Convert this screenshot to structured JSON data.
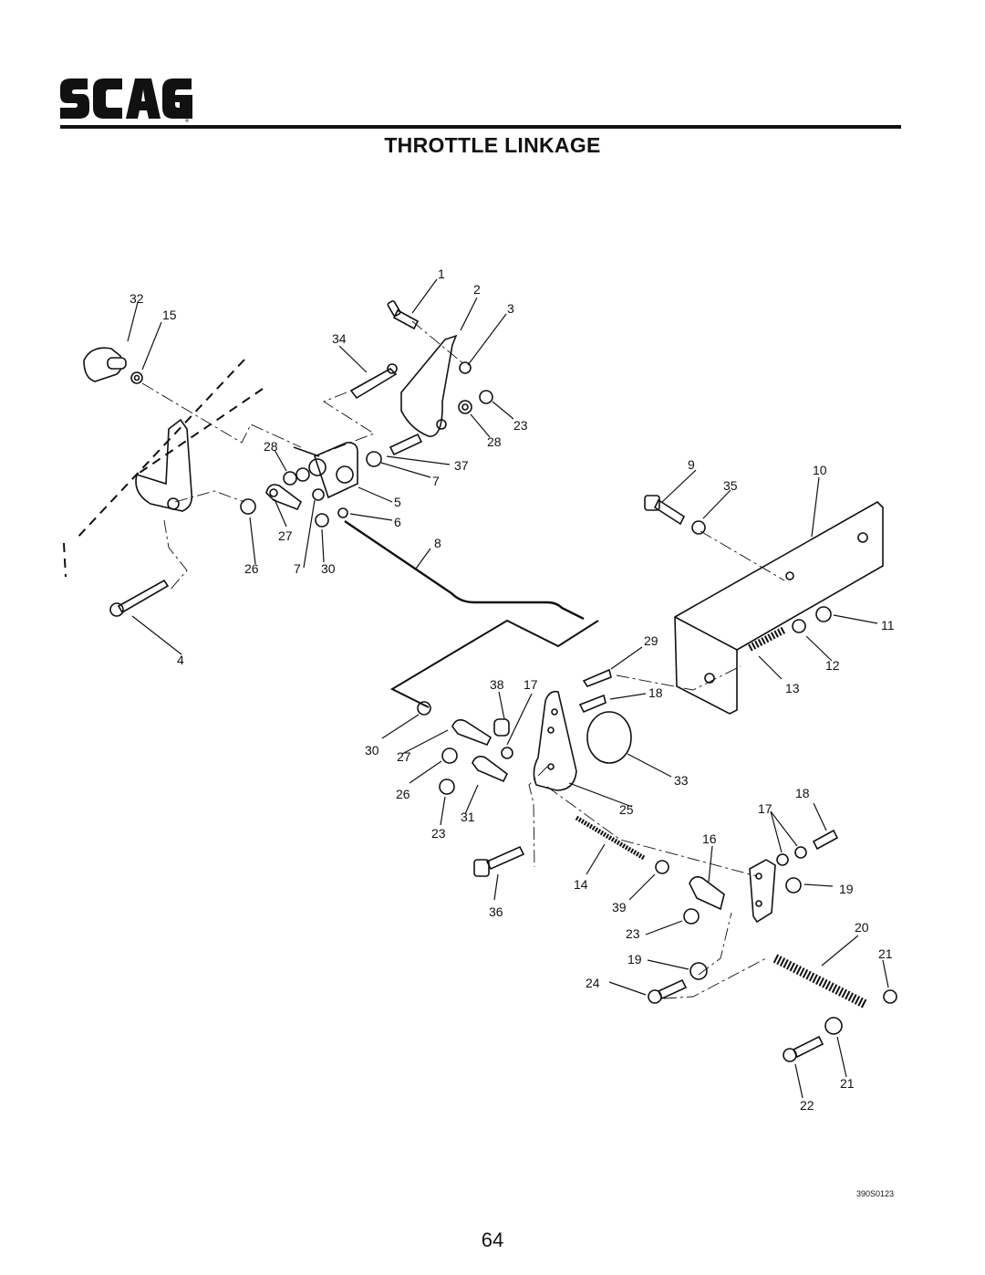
{
  "header": {
    "brand": "SCAG",
    "title": "THROTTLE LINKAGE"
  },
  "figure": {
    "callouts": [
      {
        "id": "c1",
        "text": "1"
      },
      {
        "id": "c2",
        "text": "2"
      },
      {
        "id": "c3",
        "text": "3"
      },
      {
        "id": "c32",
        "text": "32"
      },
      {
        "id": "c15",
        "text": "15"
      },
      {
        "id": "c34",
        "text": "34"
      },
      {
        "id": "c23a",
        "text": "23"
      },
      {
        "id": "c28a",
        "text": "28"
      },
      {
        "id": "c28b",
        "text": "28"
      },
      {
        "id": "c37",
        "text": "37"
      },
      {
        "id": "c7a",
        "text": "7"
      },
      {
        "id": "c5",
        "text": "5"
      },
      {
        "id": "c6",
        "text": "6"
      },
      {
        "id": "c27a",
        "text": "27"
      },
      {
        "id": "c7b",
        "text": "7"
      },
      {
        "id": "c26a",
        "text": "26"
      },
      {
        "id": "c30a",
        "text": "30"
      },
      {
        "id": "c8",
        "text": "8"
      },
      {
        "id": "c9",
        "text": "9"
      },
      {
        "id": "c35",
        "text": "35"
      },
      {
        "id": "c10",
        "text": "10"
      },
      {
        "id": "c11",
        "text": "11"
      },
      {
        "id": "c12",
        "text": "12"
      },
      {
        "id": "c13",
        "text": "13"
      },
      {
        "id": "c29",
        "text": "29"
      },
      {
        "id": "c4",
        "text": "4"
      },
      {
        "id": "c38",
        "text": "38"
      },
      {
        "id": "c17a",
        "text": "17"
      },
      {
        "id": "c18a",
        "text": "18"
      },
      {
        "id": "c30b",
        "text": "30"
      },
      {
        "id": "c27b",
        "text": "27"
      },
      {
        "id": "c26b",
        "text": "26"
      },
      {
        "id": "c33",
        "text": "33"
      },
      {
        "id": "c18b",
        "text": "18"
      },
      {
        "id": "c25",
        "text": "25"
      },
      {
        "id": "c17b",
        "text": "17"
      },
      {
        "id": "c31",
        "text": "31"
      },
      {
        "id": "c23b",
        "text": "23"
      },
      {
        "id": "c16",
        "text": "16"
      },
      {
        "id": "c14",
        "text": "14"
      },
      {
        "id": "c19a",
        "text": "19"
      },
      {
        "id": "c39",
        "text": "39"
      },
      {
        "id": "c36",
        "text": "36"
      },
      {
        "id": "c23c",
        "text": "23"
      },
      {
        "id": "c20",
        "text": "20"
      },
      {
        "id": "c19b",
        "text": "19"
      },
      {
        "id": "c21a",
        "text": "21"
      },
      {
        "id": "c24",
        "text": "24"
      },
      {
        "id": "c21b",
        "text": "21"
      },
      {
        "id": "c22",
        "text": "22"
      }
    ],
    "figure_id": "390S0123"
  },
  "footer": {
    "page_number": "64"
  }
}
